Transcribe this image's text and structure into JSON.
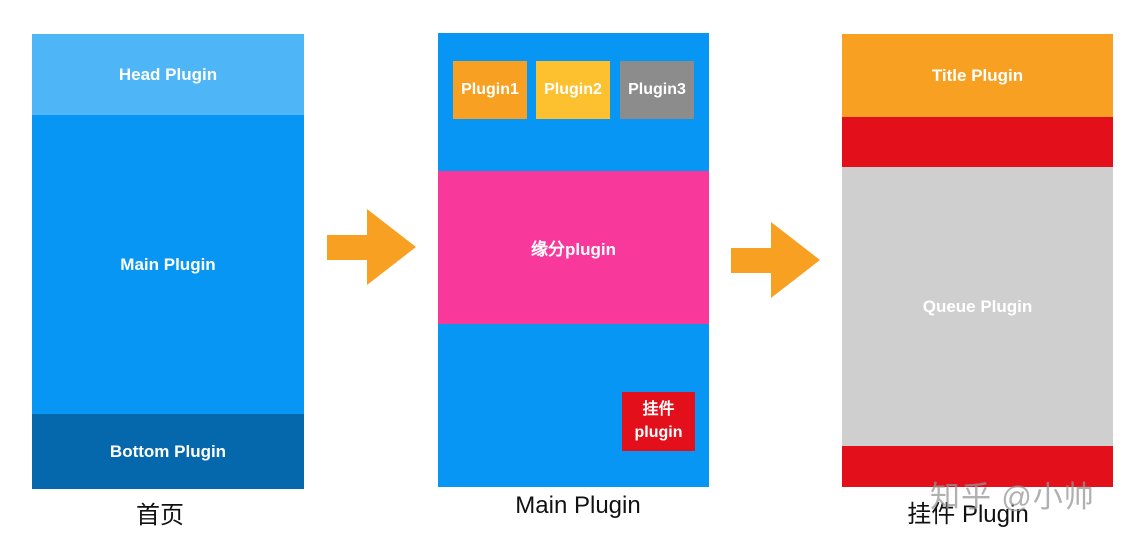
{
  "colors": {
    "head_light_blue": "#4eb6f7",
    "main_blue": "#0896f5",
    "bottom_dark_blue": "#0567ac",
    "orange": "#f7a021",
    "yellow": "#fdc12f",
    "gray": "#8c8c8c",
    "pink": "#f9389b",
    "red": "#e30f1a",
    "light_gray": "#cfcfcf"
  },
  "panel_home": {
    "head_label": "Head Plugin",
    "main_label": "Main Plugin",
    "bottom_label": "Bottom Plugin",
    "caption": "首页"
  },
  "panel_main": {
    "plugin1": "Plugin1",
    "plugin2": "Plugin2",
    "plugin3": "Plugin3",
    "yuanfen_label": "缘分plugin",
    "pendant_line1": "挂件",
    "pendant_line2": "plugin",
    "caption": "Main Plugin"
  },
  "panel_pendant": {
    "title_label": "Title Plugin",
    "queue_label": "Queue Plugin",
    "caption": "挂件 Plugin"
  },
  "watermark": "知乎 @小帅",
  "icons": {
    "arrow_1": "right-arrow-icon",
    "arrow_2": "right-arrow-icon"
  }
}
